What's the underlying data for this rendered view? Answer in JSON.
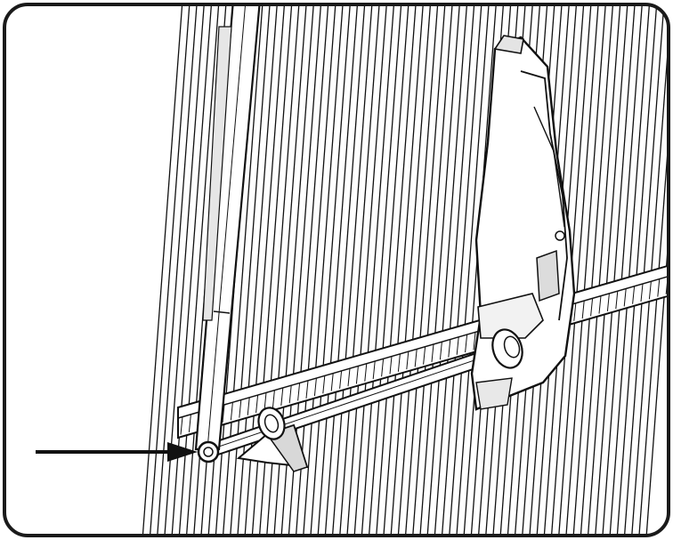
{
  "figure": {
    "kind": "technical-line-illustration",
    "subject": "operator-arm-on-slatted-gate",
    "colors": {
      "line": "#111111",
      "fill": "#ffffff",
      "shade": "#cfcfcf",
      "frame": "#1a1a1a"
    },
    "parts": [
      {
        "id": "gate-slats",
        "icon": "vertical-slats"
      },
      {
        "id": "horizontal-rail",
        "icon": "rail"
      },
      {
        "id": "drive-rod",
        "icon": "rod"
      },
      {
        "id": "arm",
        "icon": "telescopic-arm"
      },
      {
        "id": "motor-housing",
        "icon": "operator-unit"
      },
      {
        "id": "rod-support-bracket",
        "icon": "bracket"
      },
      {
        "id": "rod-end-joint",
        "icon": "ball-joint"
      },
      {
        "id": "pointer-arrow",
        "icon": "arrow-right"
      }
    ]
  }
}
